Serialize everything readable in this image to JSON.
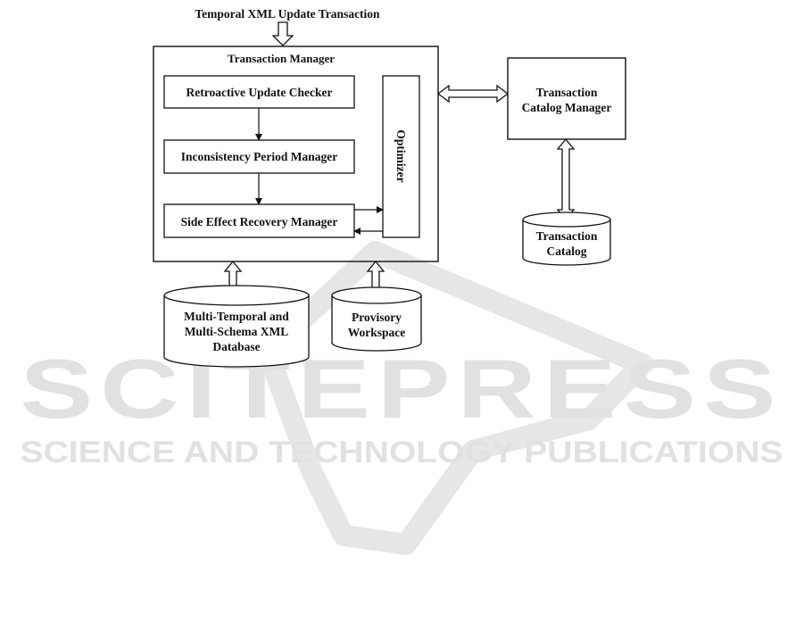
{
  "diagram": {
    "input_label": "Temporal XML Update Transaction",
    "transaction_manager": {
      "title": "Transaction Manager",
      "retroactive_checker": "Retroactive Update Checker",
      "inconsistency_manager": "Inconsistency Period Manager",
      "side_effect_manager": "Side Effect Recovery Manager",
      "optimizer": "Optimizer"
    },
    "catalog_manager": {
      "line1": "Transaction",
      "line2": "Catalog Manager"
    },
    "transaction_catalog": {
      "line1": "Transaction",
      "line2": "Catalog"
    },
    "database": {
      "line1": "Multi-Temporal and",
      "line2": "Multi-Schema XML",
      "line3": "Database"
    },
    "workspace": {
      "line1": "Provisory",
      "line2": "Workspace"
    }
  },
  "watermark": {
    "brand": "SCITEPRESS",
    "tagline": "SCIENCE AND TECHNOLOGY PUBLICATIONS"
  },
  "colors": {
    "ink": "#111111",
    "watermark": "#e1e1e1"
  }
}
